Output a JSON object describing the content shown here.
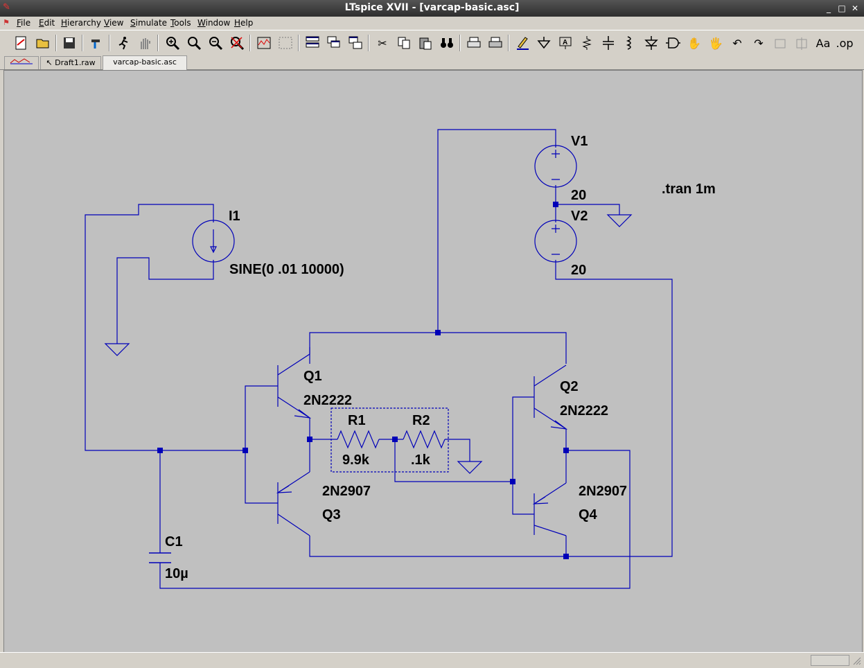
{
  "window": {
    "title": "LTspice XVII - [varcap-basic.asc]"
  },
  "menu": [
    "File",
    "Edit",
    "Hierarchy",
    "View",
    "Simulate",
    "Tools",
    "Window",
    "Help"
  ],
  "tabs": [
    {
      "label": ""
    },
    {
      "label": "Draft1.raw"
    },
    {
      "label": "varcap-basic.asc"
    }
  ],
  "colors": {
    "wire": "#0000b8",
    "canvas": "#c0c0c0"
  },
  "schematic": {
    "directive": ".tran 1m",
    "V1": {
      "name": "V1",
      "value": "20"
    },
    "V2": {
      "name": "V2",
      "value": "20"
    },
    "I1": {
      "name": "I1",
      "value": "SINE(0 .01 10000)"
    },
    "Q1": {
      "name": "Q1",
      "model": "2N2222"
    },
    "Q2": {
      "name": "Q2",
      "model": "2N2222"
    },
    "Q3": {
      "name": "Q3",
      "model": "2N2907"
    },
    "Q4": {
      "name": "Q4",
      "model": "2N2907"
    },
    "R1": {
      "name": "R1",
      "value": "9.9k"
    },
    "R2": {
      "name": "R2",
      "value": ".1k"
    },
    "C1": {
      "name": "C1",
      "value": "10µ"
    }
  }
}
